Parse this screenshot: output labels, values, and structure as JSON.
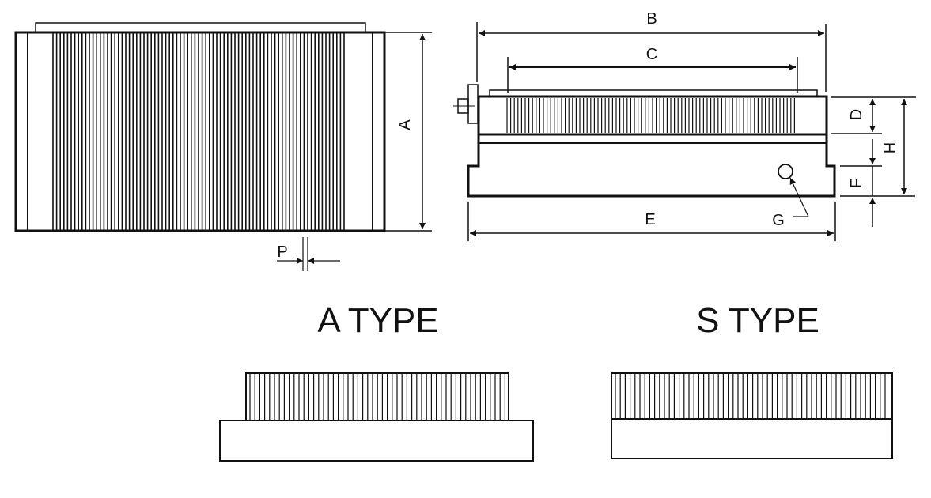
{
  "diagram": {
    "top_view": {
      "dimension_labels": {
        "a": "A",
        "p": "P"
      }
    },
    "side_view": {
      "dimension_labels": {
        "b": "B",
        "c": "C",
        "d": "D",
        "e": "E",
        "f": "F",
        "g": "G",
        "h": "H"
      }
    },
    "types": [
      {
        "label": "A TYPE"
      },
      {
        "label": "S TYPE"
      }
    ],
    "colors": {
      "line": "#111111",
      "background": "#ffffff"
    }
  }
}
